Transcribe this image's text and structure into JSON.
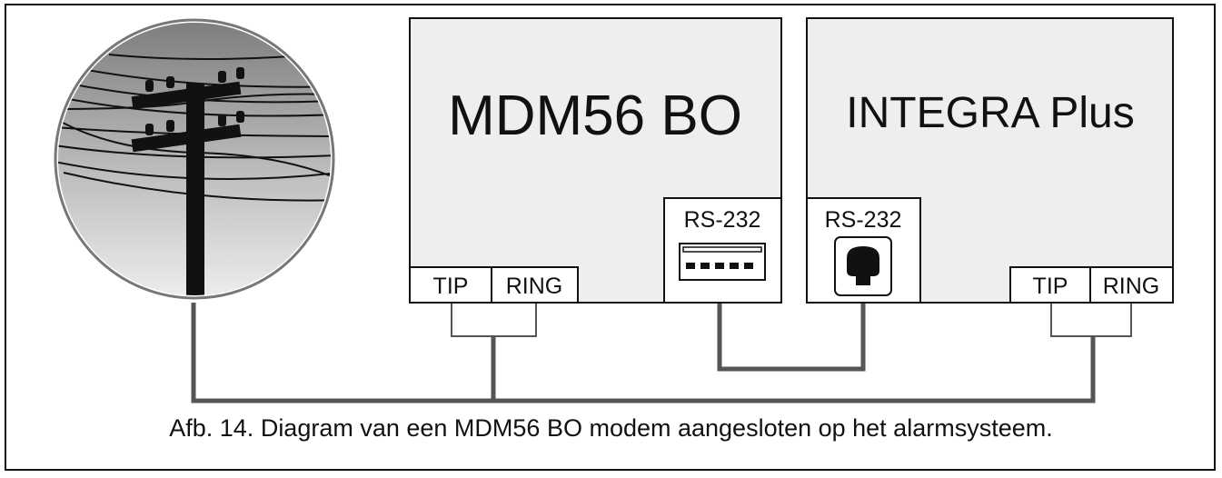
{
  "devices": {
    "modem": {
      "title": "MDM56 BO",
      "port": "RS-232",
      "terminal_tip": "TIP",
      "terminal_ring": "RING"
    },
    "panel": {
      "title": "INTEGRA Plus",
      "port": "RS-232",
      "terminal_tip": "TIP",
      "terminal_ring": "RING"
    }
  },
  "icons": {
    "telephone_line": "telephone-pole-icon",
    "modem_port": "db-connector-icon",
    "panel_port": "rj-connector-icon"
  },
  "colors": {
    "box_fill": "#eeeeee",
    "wire": "#555555",
    "outline": "#111111"
  },
  "caption": "Afb. 14. Diagram van een MDM56 BO modem aangesloten op het alarmsysteem."
}
